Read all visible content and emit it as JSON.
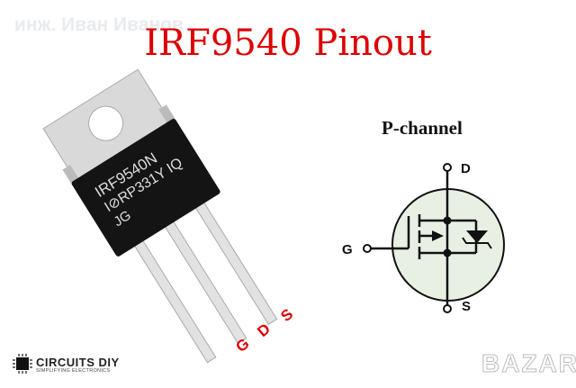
{
  "watermark": "инж. Иван Иванов",
  "title": "IRF9540 Pinout",
  "diagram": {
    "subtitle": "P-channel",
    "pins": {
      "drain": "D",
      "gate": "G",
      "source": "S"
    }
  },
  "package": {
    "marking_line1": "IRF9540N",
    "marking_line2": "I⊘RP331Y IQ",
    "marking_line3": "JG",
    "pin_labels": [
      "G",
      "D",
      "S"
    ],
    "label_color": "#dd0000"
  },
  "logo": {
    "name": "CIRCUITS DIY",
    "tagline": "SIMPLIFYING ELECTRONICS"
  },
  "bazar_watermark": "BAZAR",
  "colors": {
    "title": "#dd0000",
    "symbol_fill": "#e8f0e4"
  }
}
